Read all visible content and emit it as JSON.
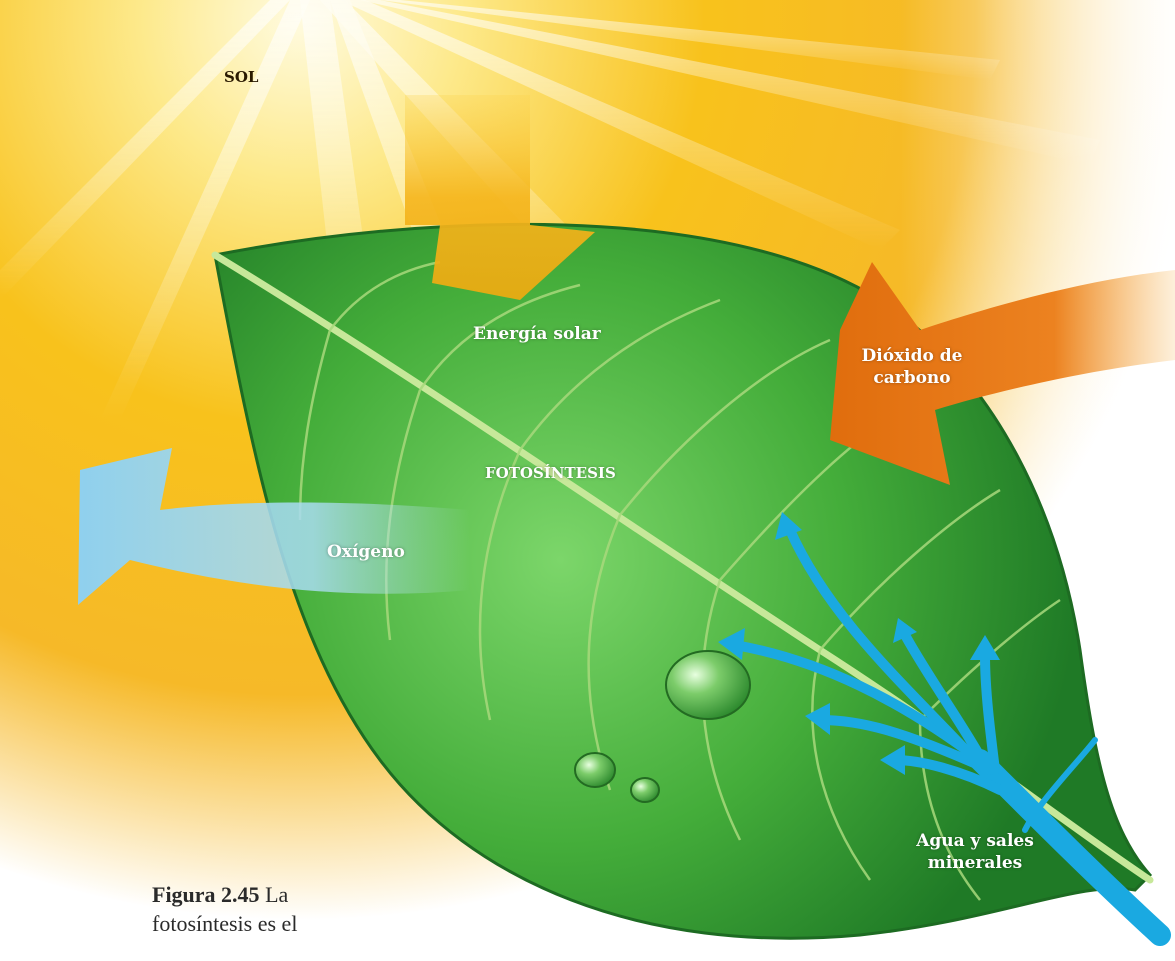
{
  "labels": {
    "sun": "SOL",
    "solar_energy": "Energía solar",
    "co2_line1": "Dióxido de",
    "co2_line2": "carbono",
    "photosynthesis": "FOTOSÍNTESIS",
    "oxygen": "Oxígeno",
    "water_line1": "Agua y sales",
    "water_line2": "minerales"
  },
  "caption": {
    "figure": "Figura 2.45",
    "line1_rest": " La",
    "line2": "fotosíntesis es el"
  },
  "colors": {
    "sun_yellow": "#f9c21a",
    "leaf_green": "#3fa535",
    "co2_orange": "#e97a14",
    "oxygen_blue": "#8fd0ee",
    "water_blue": "#1aa9e1",
    "energy_arrow": "#f2b523"
  }
}
